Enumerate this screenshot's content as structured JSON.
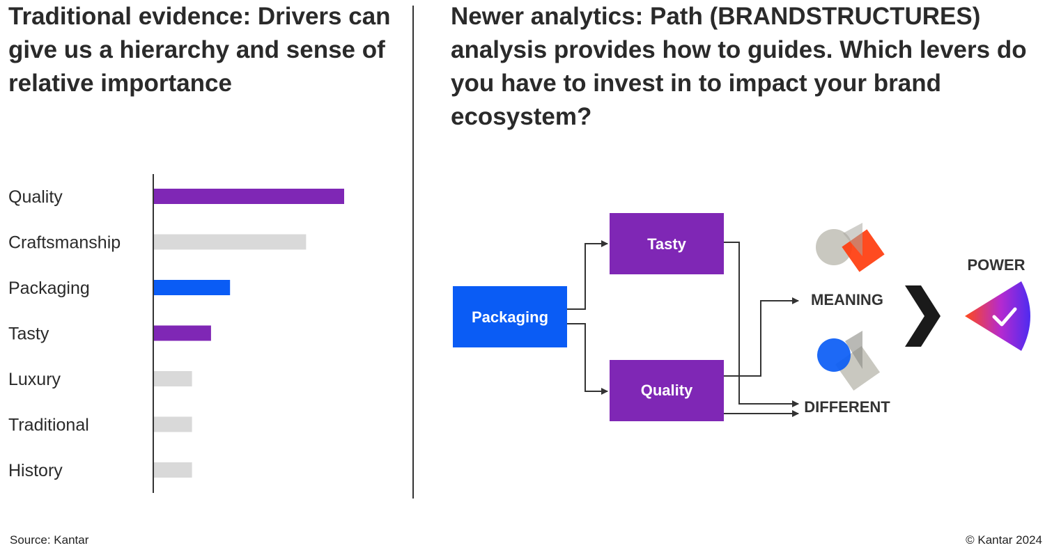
{
  "left_heading": {
    "bold": "Traditional evidence:",
    "rest": " Drivers can give us a hierarchy and sense of relative importance"
  },
  "right_heading": {
    "bold": "Newer analytics:",
    "rest_1": " Path (BRAND",
    "brand_bold": "STRUCTURES",
    "rest_2": ") analysis provides how to guides. Which levers do you have to invest in to impact your brand ecosystem?"
  },
  "chart_data": {
    "type": "bar",
    "orientation": "horizontal",
    "categories": [
      "Quality",
      "Craftsmanship",
      "Packaging",
      "Tasty",
      "Luxury",
      "Traditional",
      "History"
    ],
    "values": [
      100,
      80,
      40,
      30,
      20,
      20,
      20
    ],
    "bar_colors": [
      "#7f27b5",
      "#d9d9d9",
      "#0a5cf5",
      "#7f27b5",
      "#d9d9d9",
      "#d9d9d9",
      "#d9d9d9"
    ],
    "xlim": [
      0,
      100
    ],
    "grid": false
  },
  "diagram": {
    "packaging": "Packaging",
    "tasty": "Tasty",
    "quality": "Quality",
    "meaning": "MEANING",
    "different": "DIFFERENT",
    "power": "POWER"
  },
  "colors": {
    "purple": "#7f27b5",
    "blue": "#0a5cf5",
    "grey": "#d9d9d9",
    "orange": "#ff3d0f"
  },
  "footer": {
    "source": "Source: Kantar",
    "copyright": "© Kantar 2024"
  }
}
